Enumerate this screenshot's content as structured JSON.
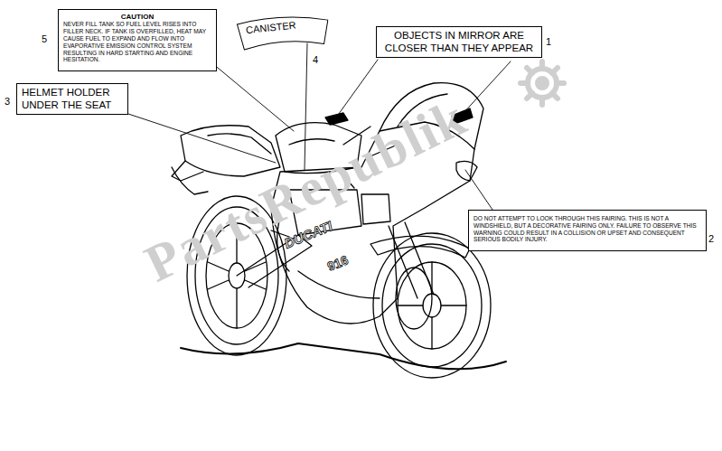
{
  "diagram": {
    "nodes": [
      {
        "text": [
          "CAUTION",
          "NEVER FILL TANK SO FUEL LEVEL RISES INTO FILLER NECK. IF TANK IS OVERFILLED, HEAT MAY CAUSE FUEL TO EXPAND AND FLOW INTO EVAPORATIVE EMISSION CONTROL SYSTEM RESULTING IN HARD STARTING AND ENGINE HESITATION."
        ]
      },
      {
        "text": [
          "CANISTER"
        ]
      },
      {
        "text": [
          "OBJECTS IN MIRROR ARE CLOSER THAN THEY APPEAR"
        ]
      },
      {
        "text": [
          "HELMET HOLDER UNDER THE SEAT"
        ]
      },
      {
        "text": [
          "DO NOT ATTEMPT TO LOOK THROUGH THIS FAIRING. THIS IS NOT A WINDSHIELD, BUT A DECORATIVE FAIRING ONLY. FAILURE TO OBSERVE THIS WARNING COULD RESULT IN A COLLISION OR UPSET AND CONSEQUENT SERIOUS BODILY INJURY."
        ]
      }
    ],
    "labels": [
      "5",
      "4",
      "3",
      "1",
      "2",
      "DUCATI",
      "916",
      "PartsRepublik"
    ]
  }
}
